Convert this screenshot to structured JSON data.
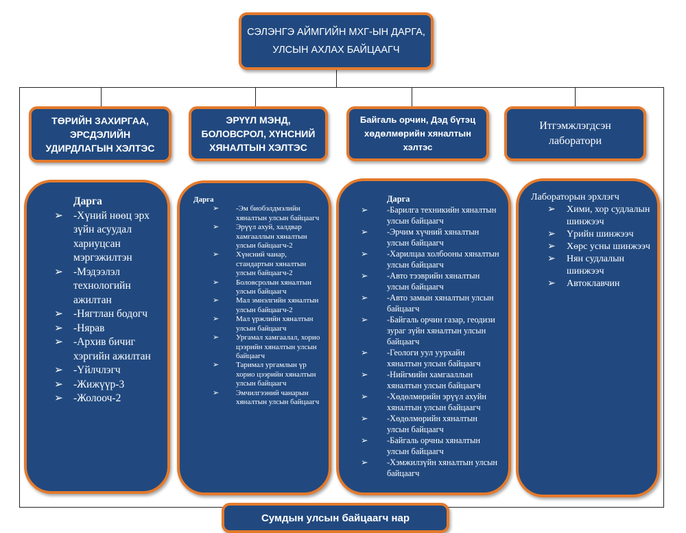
{
  "top": {
    "line1": "СЭЛЭНГЭ АЙМГИЙН МХГ-ЫН ДАРГА,",
    "line2": "УЛСЫН АХЛАХ БАЙЦААГЧ"
  },
  "departments": [
    {
      "header": "ТӨРИЙН ЗАХИРГАА, ЭРСДЭЛИЙН УДИРДЛАГЫН ХЭЛТЭС",
      "title": "Дарга",
      "items": [
        "-Хүний нөөц эрх зүйн асуудал хариуцсан мэргэжилтэн",
        "-Мэдээлэл технологийн ажилтан",
        "-Нягтлан бодогч",
        "-Нярав",
        "-Архив бичиг хэргийн ажилтан",
        "-Үйлчлэгч",
        "-Жижүүр-3",
        "-Жолооч-2"
      ]
    },
    {
      "header": "ЭРҮҮЛ МЭНД, БОЛОВСРОЛ, ХҮНСНИЙ ХЯНАЛТЫН ХЭЛТЭС",
      "title": "Дарга",
      "items": [
        "-Эм биобэлдмэлийн хяналтын улсын байцаагч",
        "Эрүүл ахуй, халдвар хамгааллын  хяналтын улсын байцаагч-2",
        "Хүнсний чанар, стандартын хяналтын улсын байцаагч-2",
        "Боловсролын хяналтын улсын байцаагч",
        "Мал эмнэлгийн хяналтын улсын байцаагч-2",
        "Мал үржлийн хяналтын улсын байцаагч",
        "Ургамал хамгаалал, хорио цээрийн хяналтын улсын байцаагч",
        "Таримал ургамлын үр хорио цээрийн хяналтын улсын байцаагч",
        "Эмчилгээний чанарын хяналтын улсын байцаагч"
      ]
    },
    {
      "header": "Байгаль орчин, Дэд бүтэц хөдөлмөрийн хяналтын хэлтэс",
      "title": "Дарга",
      "items": [
        "-Барилга техникийн хяналтын улсын байцаагч",
        "-Эрчим хүчний хяналтын улсын байцаагч",
        "-Харилцаа холбооны хяналтын улсын байцаагч",
        "-Авто тээврийн хяналтын улсын байцаагч",
        "-Авто замын хяналтын улсын байцаагч",
        "-Байгаль орчин газар, геодизи зураг зүйн хяналтын улсын байцаагч",
        "-Геологи уул уурхайн хяналтын улсын байцаагч",
        "-Нийгмийн хамгааллын хяналтын улсын байцаагч",
        "-Хөдөлмөрийн эрүүл ахуйн хяналтын улсын байцаагч",
        "-Хөдөлмөрийн хяналтын улсын байцаагч",
        "-Байгаль орчны хяналтын улсын байцаагч",
        "-Хэмжилзүйн хяналтын улсын байцаагч"
      ]
    },
    {
      "header": "Итгэмжлэгдсэн лаборатори",
      "title": "Лабораторын эрхлэгч",
      "items": [
        "Хими, хор судлалын шинжээч",
        "Үрийн шинжээч",
        "Хөрс усны шинжээч",
        "Нян судлалын шинжээч",
        "Автоклавчин"
      ]
    }
  ],
  "bottom": {
    "label": "Сумдын улсын байцаагч нар"
  },
  "bullet": "➢",
  "colors": {
    "fill": "#21497f",
    "border": "#e47a2c"
  }
}
